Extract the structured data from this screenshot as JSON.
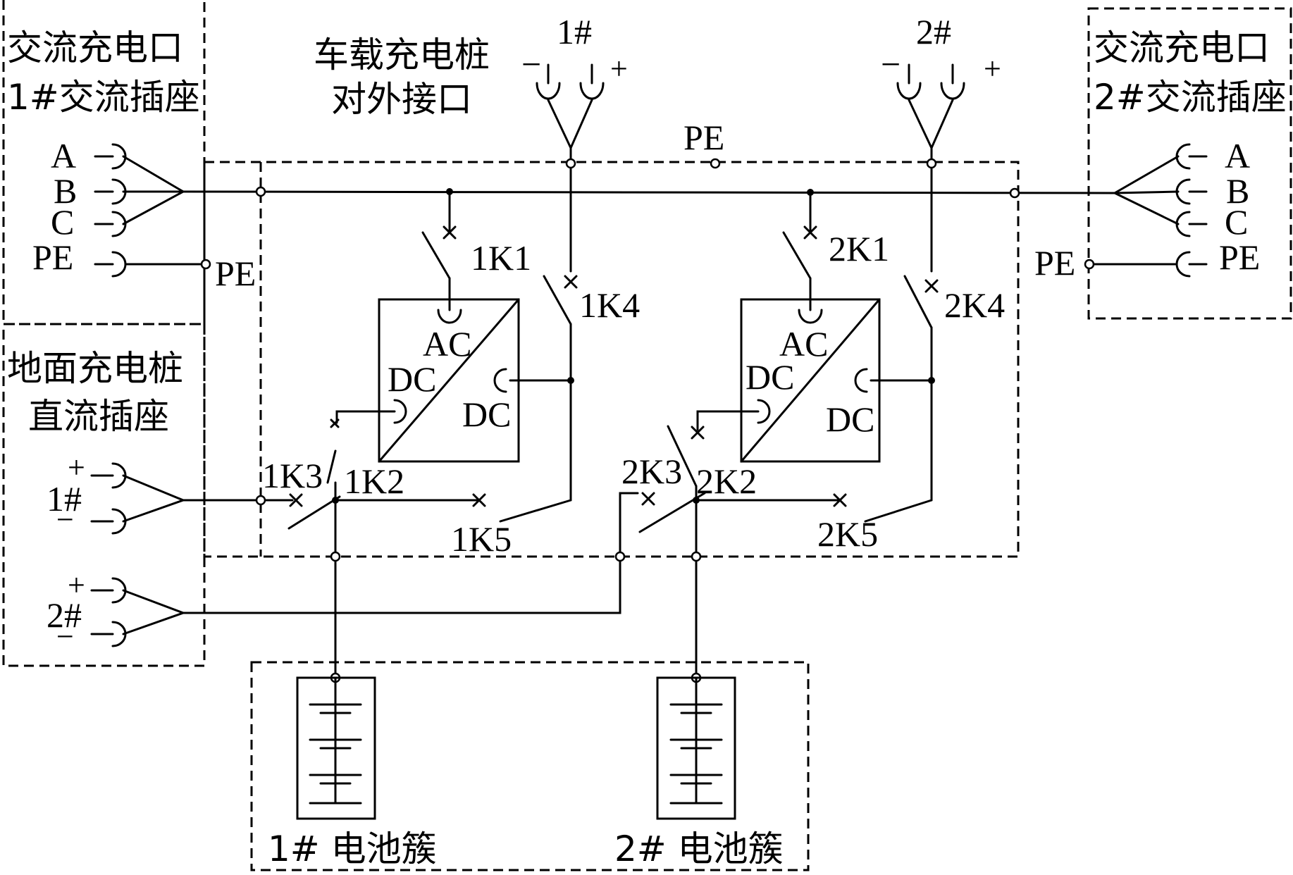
{
  "ac_port_1": {
    "title_line1": "交流充电口",
    "title_line2": "1#交流插座",
    "pins": [
      "A",
      "B",
      "C",
      "PE"
    ],
    "pe_label": "PE"
  },
  "ac_port_2": {
    "title_line1": "交流充电口",
    "title_line2": "2#交流插座",
    "pins": [
      "A",
      "B",
      "C",
      "PE"
    ],
    "pe_label": "PE"
  },
  "onboard_interface": {
    "title_line1": "车载充电桩",
    "title_line2": "对外接口",
    "port1": "1#",
    "port2": "2#",
    "minus": "−",
    "plus": "+"
  },
  "pe_top": "PE",
  "dc_socket": {
    "title_line1": "地面充电桩",
    "title_line2": "直流插座",
    "socket1": "1#",
    "socket2": "2#",
    "plus": "+",
    "minus": "−"
  },
  "switches": {
    "1K1": "1K1",
    "1K2": "1K2",
    "1K3": "1K3",
    "1K4": "1K4",
    "1K5": "1K5",
    "2K1": "2K1",
    "2K2": "2K2",
    "2K3": "2K3",
    "2K4": "2K4",
    "2K5": "2K5"
  },
  "converter1": {
    "ac": "AC",
    "dc_left": "DC",
    "dc_right": "DC"
  },
  "converter2": {
    "ac": "AC",
    "dc_left": "DC",
    "dc_right": "DC"
  },
  "battery1": "1# 电池簇",
  "battery2": "2# 电池簇"
}
